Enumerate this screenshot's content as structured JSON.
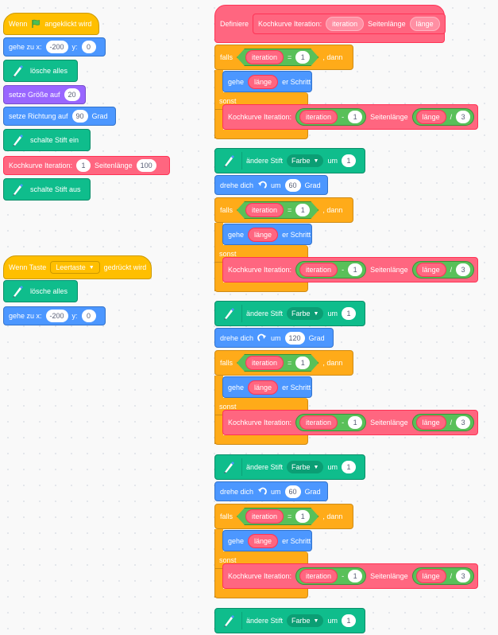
{
  "script1": {
    "hat": {
      "before": "Wenn",
      "after": "angeklickt wird"
    },
    "goto": {
      "label": "gehe zu x:",
      "x": "-200",
      "ylabel": "y:",
      "y": "0"
    },
    "erase": "lösche alles",
    "size": {
      "label": "setze Größe auf",
      "value": "20"
    },
    "direction": {
      "label": "setze Richtung auf",
      "value": "90",
      "unit": "Grad"
    },
    "pendown": "schalte Stift ein",
    "koch": {
      "label": "Kochkurve Iteration:",
      "iter": "1",
      "side_label": "Seitenlänge",
      "side": "100"
    },
    "penup": "schalte Stift aus"
  },
  "script2": {
    "hat": {
      "before": "Wenn Taste",
      "key": "Leertaste",
      "after": "gedrückt wird"
    },
    "erase": "lösche alles",
    "goto": {
      "label": "gehe zu x:",
      "x": "-200",
      "ylabel": "y:",
      "y": "0"
    }
  },
  "define": {
    "label": "Definiere",
    "name": "Kochkurve Iteration:",
    "param1": "iteration",
    "side_label": "Seitenlänge",
    "param2": "länge"
  },
  "main": {
    "if_label": "falls",
    "then_label": ", dann",
    "else_label": "sonst",
    "equals": "=",
    "minus": "-",
    "divide": "/",
    "var_iteration": "iteration",
    "var_length": "länge",
    "one": "1",
    "three": "3",
    "move_label": "gehe",
    "move_after": "er Schritt",
    "koch_label": "Kochkurve Iteration:",
    "side_label": "Seitenlänge",
    "change_pen": "ändere Stift",
    "pen_param": "Farbe",
    "um": "um",
    "turn_label": "drehe dich",
    "grad": "Grad",
    "turns": [
      "60",
      "120",
      "60"
    ]
  }
}
